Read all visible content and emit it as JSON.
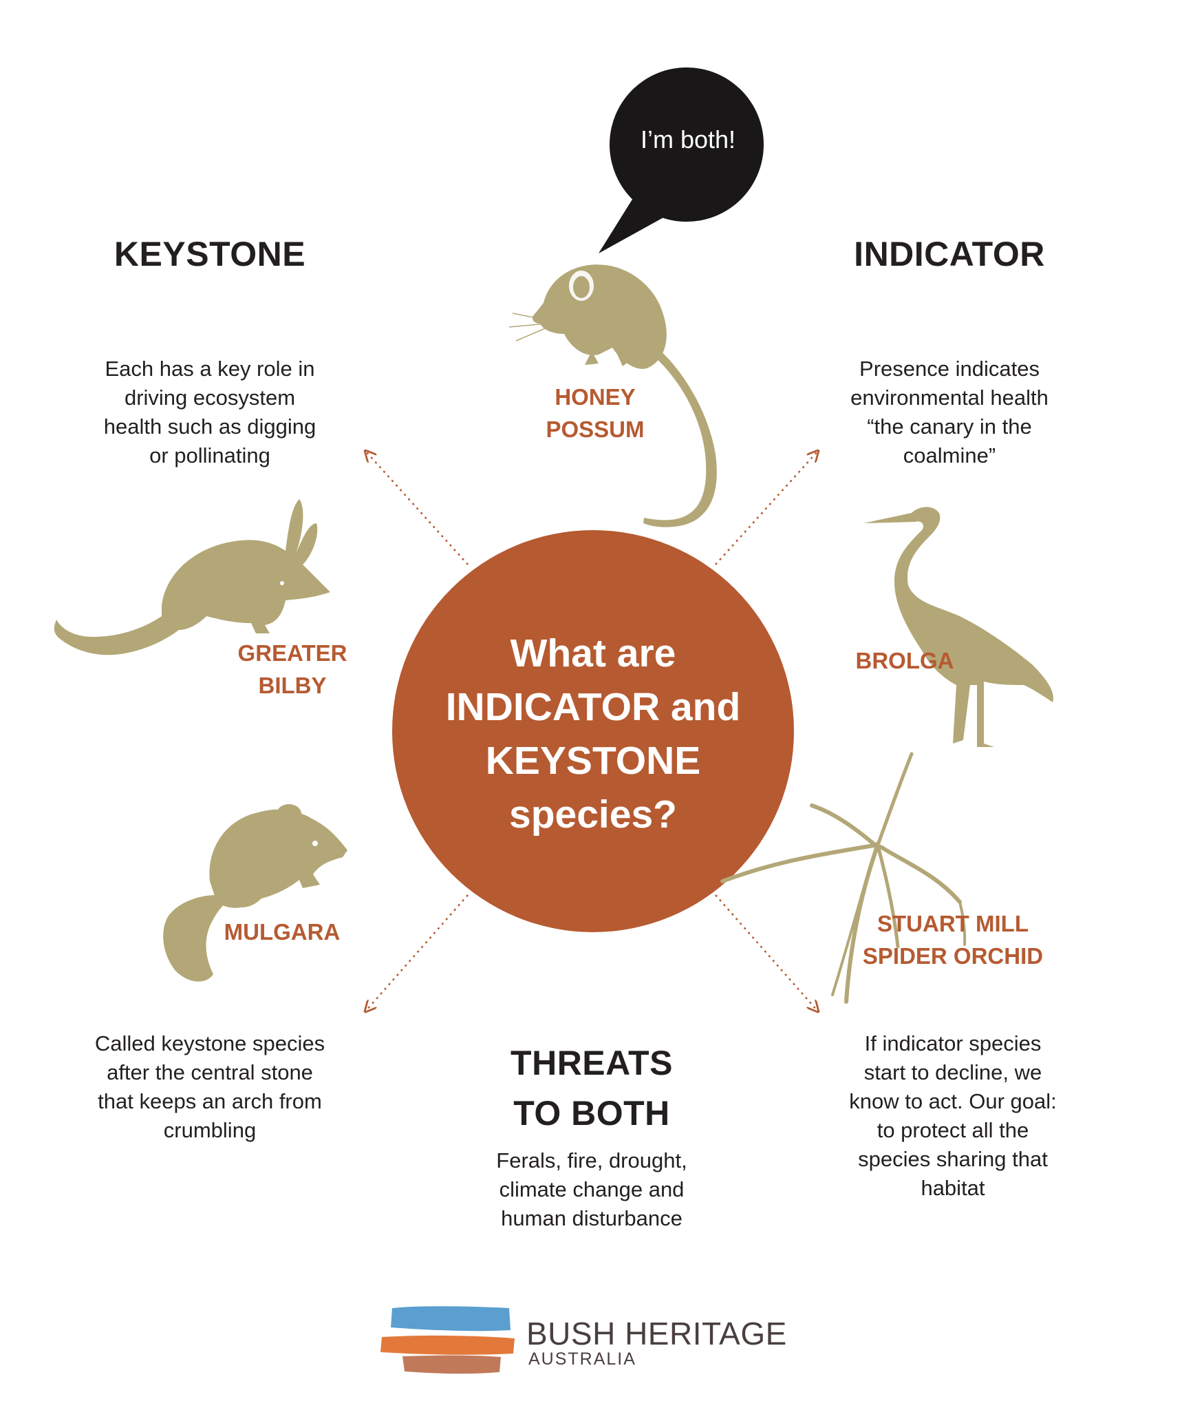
{
  "keystone": {
    "title": "KEYSTONE",
    "description": [
      "Each has a key role in",
      "driving ecosystem",
      "health such as digging",
      "or pollinating"
    ],
    "footnote": [
      "Called keystone species",
      "after the central stone",
      "that keeps an arch from",
      "crumbling"
    ]
  },
  "indicator": {
    "title": "INDICATOR",
    "description": [
      "Presence indicates",
      "environmental health",
      "“the canary in the",
      "coalmine”"
    ],
    "footnote": [
      "If indicator species",
      "start to decline, we",
      "know to act. Our goal:",
      "to protect all the",
      "species sharing that",
      "habitat"
    ]
  },
  "center": {
    "question": [
      "What are",
      "INDICATOR and",
      "KEYSTONE",
      "species?"
    ]
  },
  "bubble": {
    "text": "I’m both!"
  },
  "species": {
    "honey_possum": [
      "HONEY",
      "POSSUM"
    ],
    "greater_bilby": [
      "GREATER",
      "BILBY"
    ],
    "mulgara": [
      "MULGARA"
    ],
    "brolga": [
      "BROLGA"
    ],
    "stuart_mill_spider_orchid": [
      "STUART MILL",
      "SPIDER ORCHID"
    ]
  },
  "threats": {
    "title": [
      "THREATS",
      "TO BOTH"
    ],
    "description": [
      "Ferals, fire, drought,",
      "climate change and",
      "human disturbance"
    ]
  },
  "logo": {
    "name": "BUSH HERITAGE",
    "sub": "AUSTRALIA"
  },
  "colors": {
    "accent": "#b65a31",
    "silhouette": "#b3a777",
    "text": "#231f20",
    "bubble": "#1a1718",
    "logo_blue": "#5a9fd0",
    "logo_orange": "#e2793a",
    "logo_brown": "#c07a5a"
  }
}
